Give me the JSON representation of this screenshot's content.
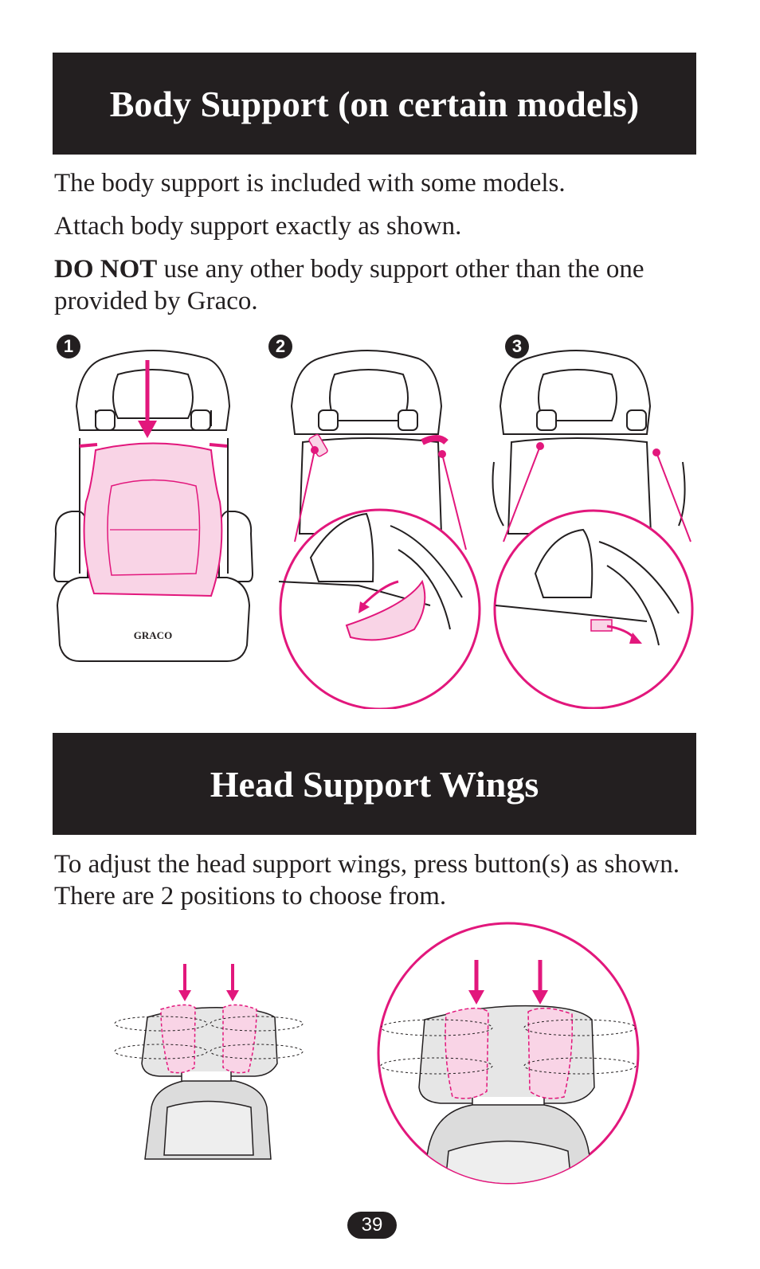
{
  "section1": {
    "title": "Body Support (on certain models)",
    "line1": "The body support is included with some models.",
    "line2": "Attach body support exactly as shown.",
    "warning_bold": "DO NOT",
    "warning_rest": " use any other body support other than the one provided by Graco.",
    "steps": [
      "1",
      "2",
      "3"
    ],
    "brand_label": "GRACO"
  },
  "section2": {
    "title": "Head Support Wings",
    "instructions": "To adjust the head support wings, press button(s) as shown.  There are 2 positions to choose from."
  },
  "colors": {
    "banner": "#231f20",
    "accent": "#e2177c",
    "pad": "#f9d4e6"
  },
  "page_number": "39"
}
